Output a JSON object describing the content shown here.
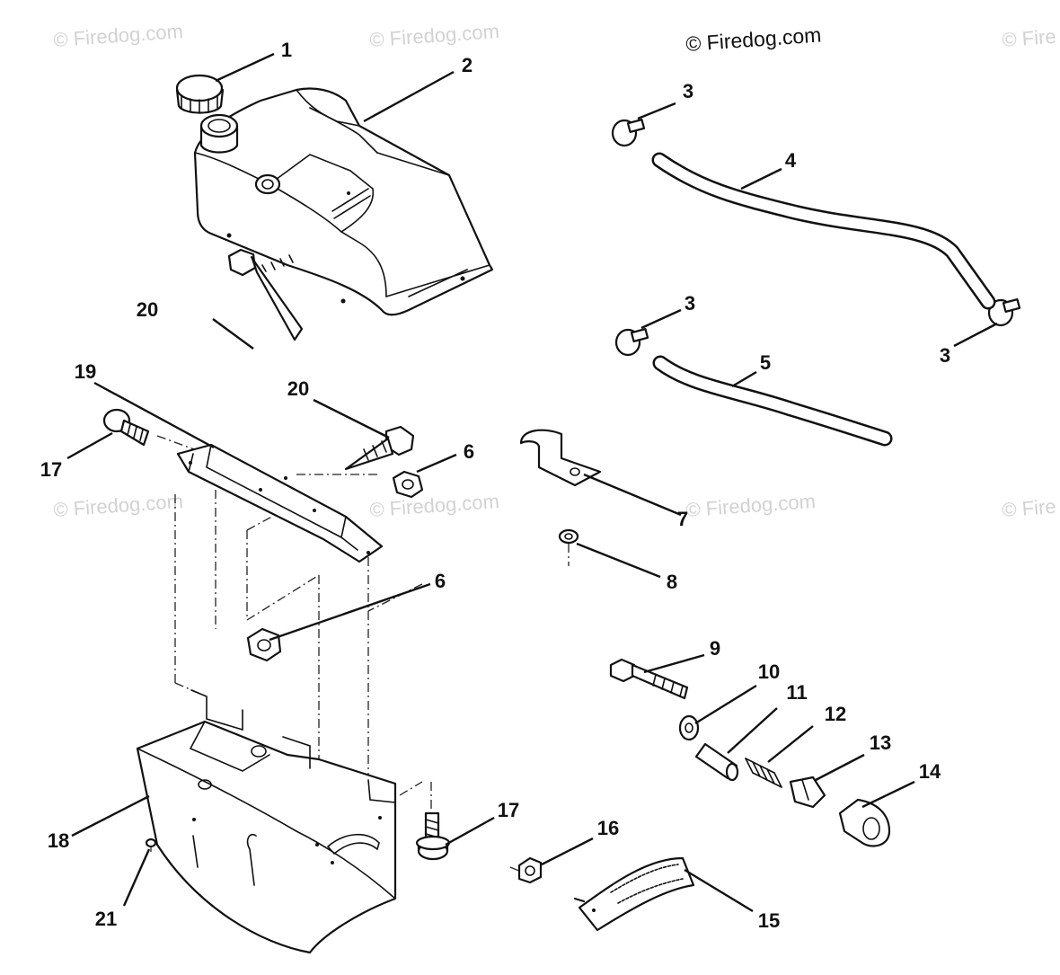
{
  "copyright": "© Firedog.com",
  "watermarks": [
    "© Firedog.com",
    "© Firedog.com",
    "© Fire",
    "© Firedog.com",
    "© Firedog.com",
    "© Firedog.com",
    "© Fire"
  ],
  "callouts": {
    "c1": "1",
    "c2": "2",
    "c3a": "3",
    "c4": "4",
    "c20a": "20",
    "c3b": "3",
    "c3c": "3",
    "c5": "5",
    "c19": "19",
    "c20b": "20",
    "c17a": "17",
    "c6a": "6",
    "c7": "7",
    "c8": "8",
    "c6b": "6",
    "c9": "9",
    "c10": "10",
    "c11": "11",
    "c12": "12",
    "c13": "13",
    "c14": "14",
    "c17b": "17",
    "c16": "16",
    "c18": "18",
    "c21": "21",
    "c15": "15"
  },
  "icons": {
    "fuel_cap": "fuel-cap-icon",
    "fuel_tank": "fuel-tank-icon",
    "hose_clamp": "hose-clamp-icon",
    "fuel_hose": "fuel-hose-icon",
    "screw": "screw-icon",
    "bracket": "bracket-icon",
    "nut": "nut-icon",
    "clip": "clip-icon",
    "washer": "washer-icon",
    "bolt": "bolt-icon",
    "spacer": "spacer-icon",
    "spring": "spring-icon",
    "knob": "knob-icon",
    "gauge_plate": "gauge-plate-icon",
    "dash_panel": "dash-panel-icon"
  }
}
